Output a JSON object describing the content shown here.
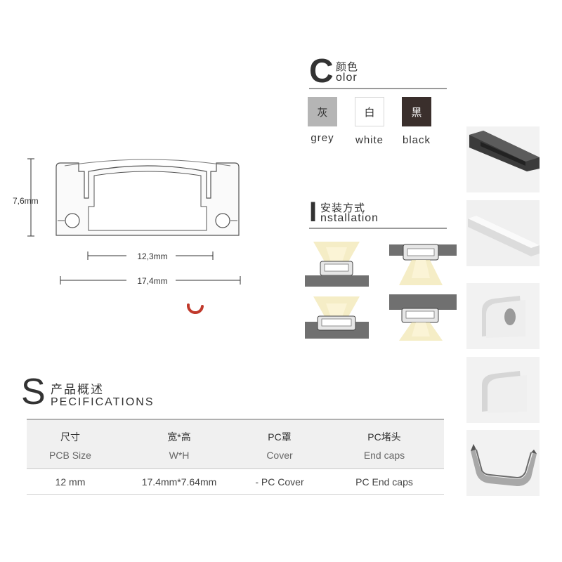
{
  "profile": {
    "height_label": "7,6mm",
    "inner_width_label": "12,3mm",
    "outer_width_label": "17,4mm"
  },
  "color_section": {
    "letter": "C",
    "title_cn": "颜色",
    "title_en": "olor",
    "swatches": [
      {
        "cn": "灰",
        "en": "grey",
        "fill": "#b5b5b5",
        "text_color": "#333333"
      },
      {
        "cn": "白",
        "en": "white",
        "fill": "#ffffff",
        "text_color": "#333333"
      },
      {
        "cn": "黑",
        "en": "black",
        "fill": "#3a2f2c",
        "text_color": "#ffffff"
      }
    ]
  },
  "install_section": {
    "letter": "I",
    "title_cn": "安装方式",
    "title_en": "nstallation"
  },
  "spec_section": {
    "letter": "S",
    "title_cn": "产品概述",
    "title_en": "PECIFICATIONS",
    "headers": [
      {
        "cn": "尺寸",
        "en": "PCB Size"
      },
      {
        "cn": "宽*高",
        "en": "W*H"
      },
      {
        "cn": "PC罩",
        "en": "Cover"
      },
      {
        "cn": "PC堵头",
        "en": "End caps"
      }
    ],
    "row": [
      "12 mm",
      "17.4mm*7.64mm",
      "- PC Cover",
      "PC End caps"
    ]
  },
  "colors": {
    "accent_red": "#c0392b",
    "table_header_bg": "#f0f0f0",
    "rule_gray": "#9a9a9a"
  }
}
